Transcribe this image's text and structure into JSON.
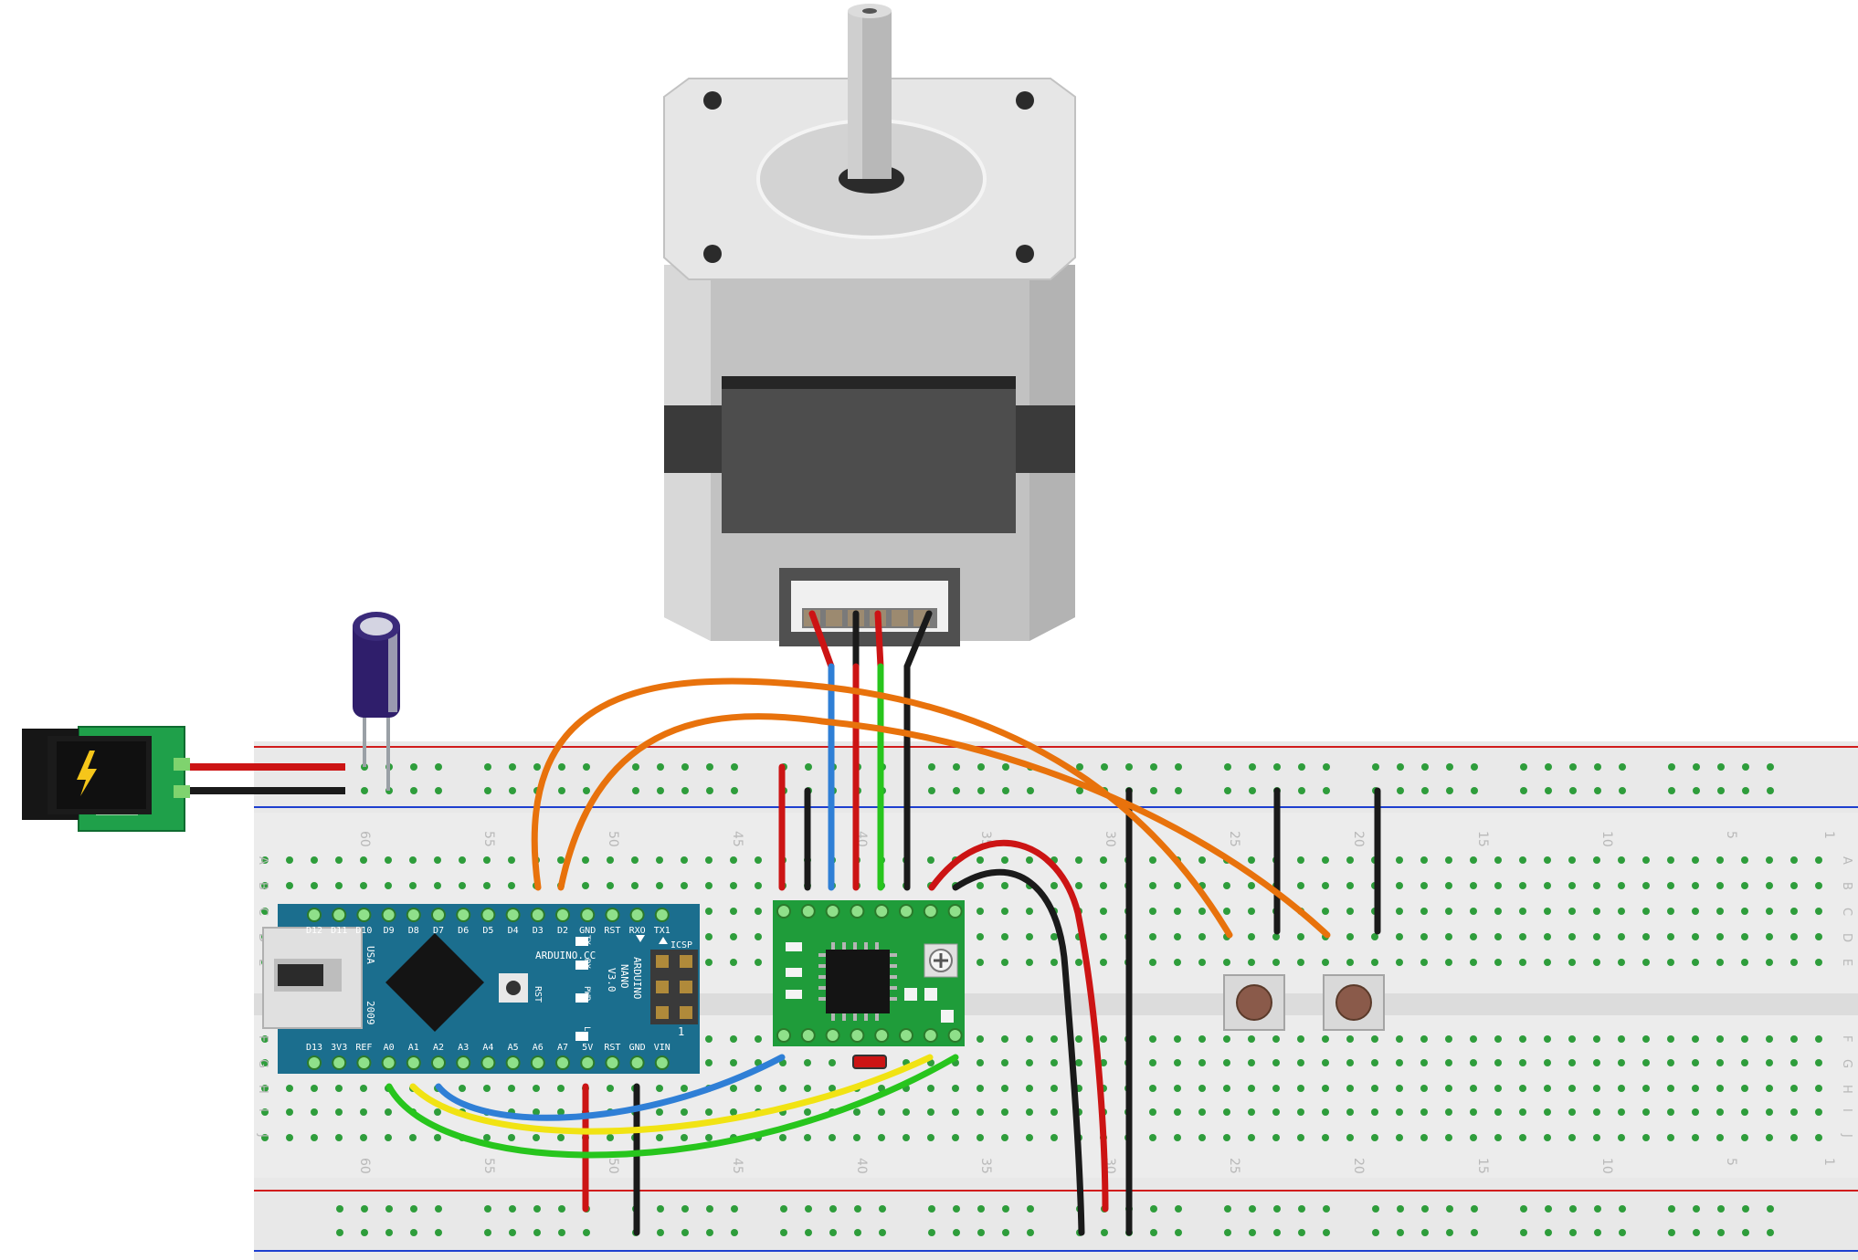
{
  "breadboard": {
    "column_numbers_top": [
      "60",
      "55",
      "50",
      "45",
      "40",
      "35",
      "30",
      "25",
      "20",
      "15",
      "10",
      "5",
      "1"
    ],
    "column_numbers_bottom": [
      "60",
      "55",
      "50",
      "45",
      "40",
      "35",
      "30",
      "25",
      "20",
      "15",
      "10",
      "5",
      "1"
    ],
    "row_letters_top": [
      "A",
      "B",
      "C",
      "D",
      "E"
    ],
    "row_letters_bottom": [
      "F",
      "G",
      "H",
      "I",
      "J"
    ]
  },
  "arduino": {
    "top_pins": [
      "D12",
      "D11",
      "D10",
      "D9",
      "D8",
      "D7",
      "D6",
      "D5",
      "D4",
      "D3",
      "D2",
      "GND",
      "RST",
      "RXO",
      "TX1"
    ],
    "bottom_pins": [
      "D13",
      "3V3",
      "REF",
      "A0",
      "A1",
      "A2",
      "A3",
      "A4",
      "A5",
      "A6",
      "A7",
      "5V",
      "RST",
      "GND",
      "VIN"
    ],
    "brand": "ARDUINO.CC",
    "model_line1": "ARDUINO",
    "model_line2": "NANO",
    "model_line3": "V3.0",
    "usb": "USA",
    "year": "2009",
    "rst": "RST",
    "icsp": "ICSP",
    "led_tx": "TX",
    "led_rx": "RX",
    "led_pwr": "PWR",
    "led_l": "L",
    "pin1": "1"
  },
  "colors": {
    "board_blue": "#1b6e8e",
    "driver_green": "#1f9c3a",
    "wire_red": "#cc1414",
    "wire_black": "#222222",
    "wire_orange": "#e8720c",
    "wire_blue": "#2f7fd6",
    "wire_yellow": "#f1e313",
    "wire_green": "#27c51d",
    "rail_red": "#d11c1c",
    "rail_blue": "#1d3fcf"
  },
  "icons": [
    "power-jack-icon",
    "lightning-bolt-icon",
    "capacitor-icon",
    "stepper-motor-icon",
    "pushbutton-icon",
    "chip-icon",
    "potentiometer-icon"
  ]
}
